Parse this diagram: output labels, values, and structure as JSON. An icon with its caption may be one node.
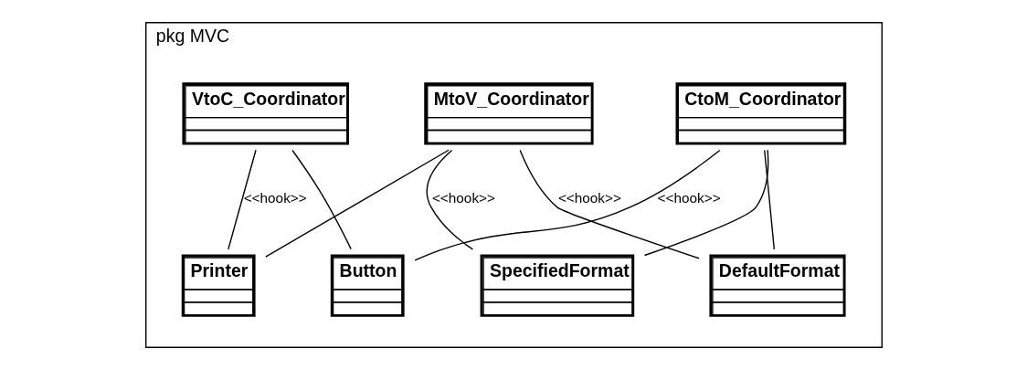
{
  "diagram": {
    "nodes": [
      {
        "text": [
          "pkg MVC"
        ]
      },
      {
        "text": [
          "CtoM_Coordinator"
        ],
        "in": 0
      },
      {
        "text": [
          "MtoV_Coordinator"
        ],
        "in": 0
      },
      {
        "text": [
          "VtoC_Coordinator"
        ],
        "in": 0
      },
      {
        "text": [
          "Button"
        ],
        "in": 0
      },
      {
        "text": [
          "DefaultFormat"
        ],
        "in": 0
      },
      {
        "text": [
          "SpecifiedFormat"
        ],
        "in": 0
      },
      {
        "text": [
          "Printer"
        ],
        "in": 0
      }
    ],
    "edges": [
      {
        "from": 1,
        "to": 4,
        "arrow": "none",
        "label": "<<hook>>"
      },
      {
        "from": 1,
        "to": 5,
        "arrow": "none"
      },
      {
        "from": 1,
        "to": 6,
        "arrow": "none"
      },
      {
        "from": 2,
        "to": 5,
        "arrow": "none",
        "label": "<<hook>>"
      },
      {
        "from": 2,
        "to": 6,
        "arrow": "none",
        "label": "<<hook>>"
      },
      {
        "from": 2,
        "to": 7,
        "arrow": "none"
      },
      {
        "from": 3,
        "to": 7,
        "arrow": "none",
        "label": "<<hook>>"
      },
      {
        "from": 3,
        "to": 4,
        "arrow": "none"
      }
    ]
  }
}
